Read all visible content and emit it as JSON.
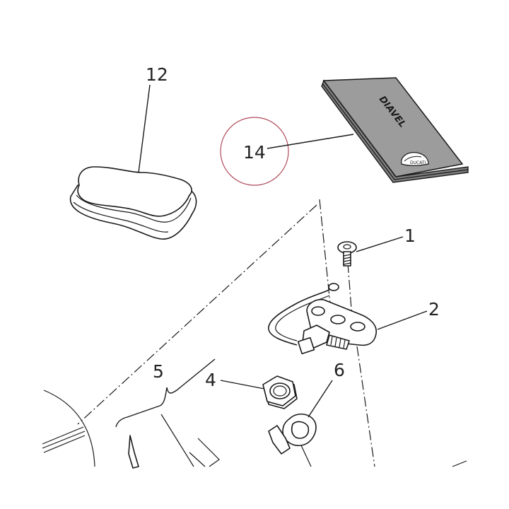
{
  "callouts": {
    "c1": "1",
    "c2": "2",
    "c4": "4",
    "c5": "5",
    "c6": "6",
    "c12": "12",
    "c14": "14"
  },
  "booklet": {
    "brand": "DIAVEL",
    "badge": "DUCATI"
  },
  "colors": {
    "booklet_cover": "#9c9c9c",
    "booklet_shade": "#7d7d7d",
    "highlight_circle": "#b04a5a",
    "line": "#1a1a1a"
  },
  "icons": {
    "badge": "ducati-shield-icon"
  }
}
